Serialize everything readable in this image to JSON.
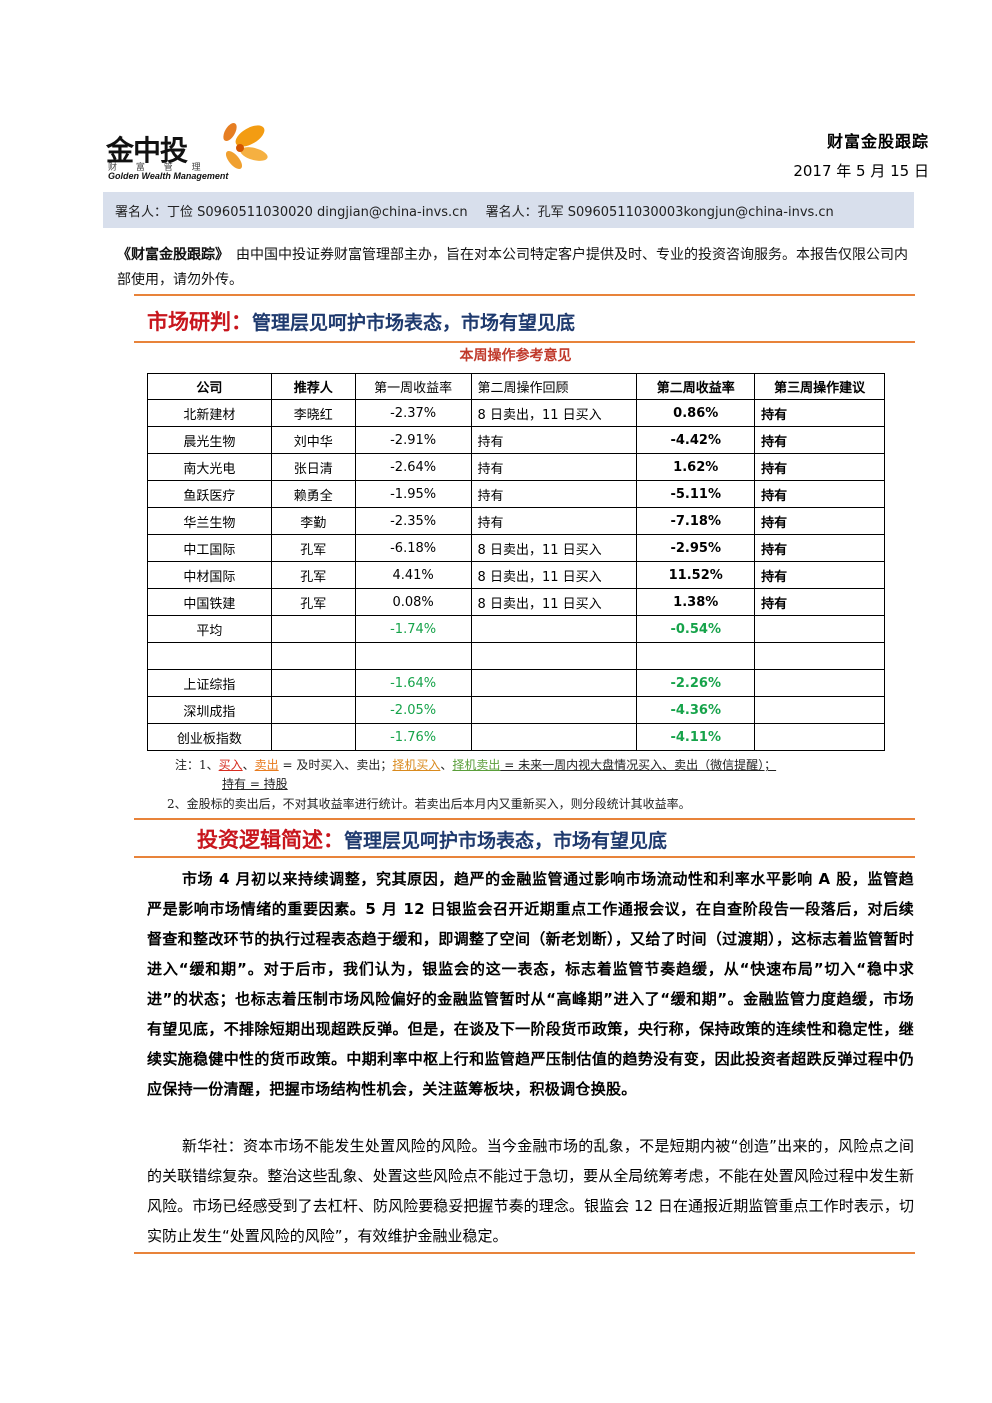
{
  "header": {
    "logo_cn": "金中投",
    "logo_sub": "财 富 管 理",
    "logo_en": "Golden Wealth Management",
    "report_name": "财富金股跟踪",
    "date": "2017 年 5 月 15 日"
  },
  "signers": [
    "署名人：丁俭 S0960511030020 dingjian@china-invs.cn",
    "署名人：孔军 S0960511030003kongjun@china-invs.cn"
  ],
  "intro": {
    "title": "《财富金股跟踪》",
    "text": "　由中国中投证券财富管理部主办，旨在对本公司特定客户提供及时、专业的投资咨询服务。本报告仅限公司内部使用，请勿外传。"
  },
  "section1": {
    "key": "市场研判：",
    "subtitle": "管理层见呵护市场表态，市场有望见底"
  },
  "table": {
    "caption": "本周操作参考意见",
    "headers": [
      "公司",
      "推荐人",
      "第一周收益率",
      "第二周操作回顾",
      "第二周收益率",
      "第三周操作建议"
    ],
    "rows": [
      [
        "北新建材",
        "李晓红",
        "-2.37%",
        "8 日卖出，11 日买入",
        "0.86%",
        "持有"
      ],
      [
        "晨光生物",
        "刘中华",
        "-2.91%",
        "持有",
        "-4.42%",
        "持有"
      ],
      [
        "南大光电",
        "张日清",
        "-2.64%",
        "持有",
        "1.62%",
        "持有"
      ],
      [
        "鱼跃医疗",
        "赖勇全",
        "-1.95%",
        "持有",
        "-5.11%",
        "持有"
      ],
      [
        "华兰生物",
        "李勤",
        "-2.35%",
        "持有",
        "-7.18%",
        "持有"
      ],
      [
        "中工国际",
        "孔军",
        "-6.18%",
        "8 日卖出，11 日买入",
        "-2.95%",
        "持有"
      ],
      [
        "中材国际",
        "孔军",
        "4.41%",
        "8 日卖出，11 日买入",
        "11.52%",
        "持有"
      ],
      [
        "中国铁建",
        "孔军",
        "0.08%",
        "8 日卖出，11 日买入",
        "1.38%",
        "持有"
      ]
    ],
    "average": {
      "label": "平均",
      "w1": "-1.74%",
      "w2": "-0.54%"
    },
    "indices": [
      {
        "label": "上证综指",
        "w1": "-1.64%",
        "w2": "-2.26%"
      },
      {
        "label": "深圳成指",
        "w1": "-2.05%",
        "w2": "-4.36%"
      },
      {
        "label": "创业板指数",
        "w1": "-1.76%",
        "w2": "-4.11%"
      }
    ]
  },
  "notes": {
    "n1_prefix": "注：1、",
    "buy": "买入",
    "sep1": "、",
    "sell": "卖出",
    "mid1": " = 及时买入、卖出；",
    "opt_buy": "择机买入",
    "sep2": "、",
    "opt_sell": "择机卖出",
    "mid2": " = 未来一周内视大盘情况买入、卖出（微信提醒）；",
    "hold": "持有 = 持股",
    "n2": "2、金股标的卖出后，不对其收益率进行统计。若卖出后本月内又重新买入，则分段统计其收益率。"
  },
  "section2": {
    "key": "投资逻辑简述：",
    "subtitle": "管理层见呵护市场表态，市场有望见底"
  },
  "paragraphs": [
    "市场 4 月初以来持续调整，究其原因，趋严的金融监管通过影响市场流动性和利率水平影响 A 股，监管趋严是影响市场情绪的重要因素。5 月 12 日银监会召开近期重点工作通报会议，在自查阶段告一段落后，对后续督查和整改环节的执行过程表态趋于缓和，即调整了空间（新老划断），又给了时间（过渡期），这标志着监管暂时进入“缓和期”。对于后市，我们认为，银监会的这一表态，标志着监管节奏趋缓，从“快速布局”切入“稳中求进”的状态；也标志着压制市场风险偏好的金融监管暂时从“高峰期”进入了“缓和期”。金融监管力度趋缓，市场有望见底，不排除短期出现超跌反弹。但是，在谈及下一阶段货币政策，央行称，保持政策的连续性和稳定性，继续实施稳健中性的货币政策。中期利率中枢上行和监管趋严压制估值的趋势没有变，因此投资者超跌反弹过程中仍应保持一份清醒，把握市场结构性机会，关注蓝筹板块，积极调仓换股。",
    "新华社：资本市场不能发生处置风险的风险。当今金融市场的乱象，不是短期内被“创造”出来的，风险点之间的关联错综复杂。整治这些乱象、处置这些风险点不能过于急切，要从全局统筹考虑，不能在处置风险过程中发生新风险。市场已经感受到了去杠杆、防风险要稳妥把握节奏的理念。银监会 12 日在通报近期监管重点工作时表示，切实防止发生“处置风险的风险”，有效维护金融业稳定。"
  ],
  "colors": {
    "accent_red": "#c8161d",
    "subtitle_blue": "#1f3a6e",
    "rule_orange": "#e8833a",
    "negative_green": "#16a34a",
    "signer_bg": "#d8dfec"
  }
}
